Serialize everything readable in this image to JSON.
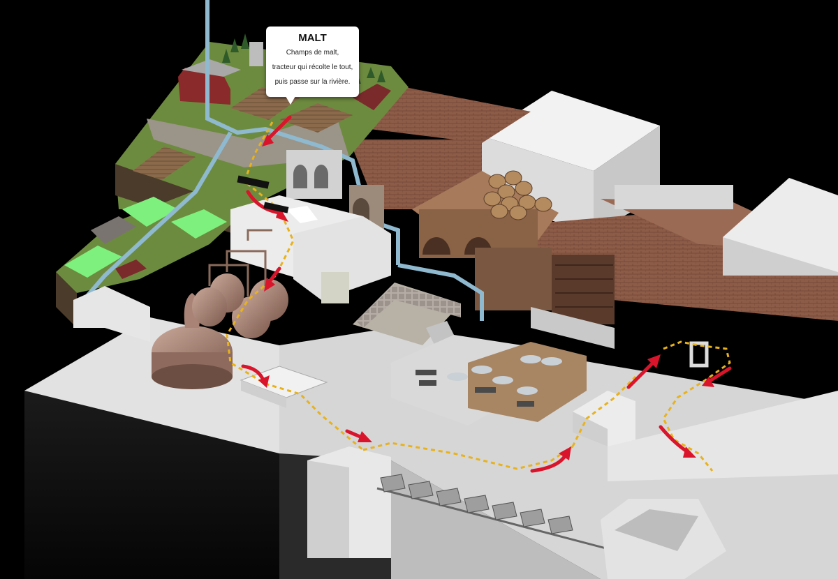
{
  "callout": {
    "title": "MALT",
    "lines": [
      "Champs de malt,",
      "tracteur qui récolte le tout,",
      "puis passe sur la rivière."
    ]
  },
  "colors": {
    "background": "#000000",
    "flow_path": "#e8b21c",
    "flow_arrow": "#d9142b",
    "field_green": "#7cf07c",
    "river": "#8fb9cf",
    "brick": "#8a5a45",
    "copper": "#9a7565"
  }
}
